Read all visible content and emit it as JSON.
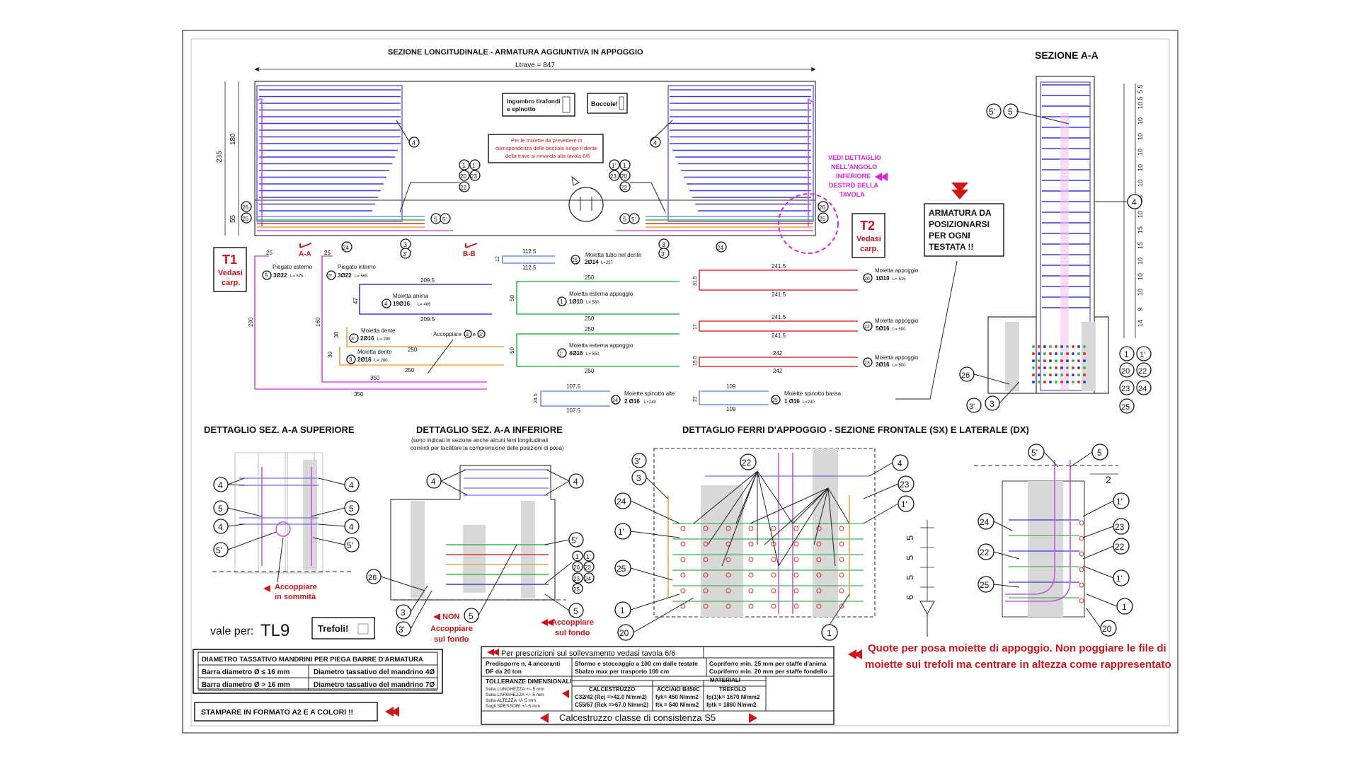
{
  "titles": {
    "longitudinal": "SEZIONE LONGITUDINALE - ARMATURA AGGIUNTIVA IN APPOGGIO",
    "section_aa": "SEZIONE A-A",
    "detail_sup": "DETTAGLIO SEZ. A-A SUPERIORE",
    "detail_inf": "DETTAGLIO SEZ. A-A INFERIORE",
    "detail_inf_note1": "(sono indicati in sezione anche alcuni ferri longitudinali",
    "detail_inf_note2": "correnti per facilitare la comprensione delle posizioni di posa)",
    "detail_ferri": "DETTAGLIO FERRI D'APPOGGIO - SEZIONE FRONTALE (SX) E LATERALE (DX)"
  },
  "long_section": {
    "ltrave": "Ltrave = 847",
    "ingombro_1": "Ingombro tirafondi",
    "ingombro_2": "e spinotto",
    "boccole": "Boccole!",
    "moiette_note_1": "Per le moiette da prevedere in",
    "moiette_note_2": "corrispondenza delle boccole lungo il dente",
    "moiette_note_3": "della trave si rimanda alla tavola 6/6",
    "dim_235": "235",
    "dim_180": "180",
    "dim_55": "55",
    "cut_aa": "A-A",
    "cut_bb": "B-B",
    "t1": "T1",
    "t1_sub1": "Vedasi",
    "t1_sub2": "carp.",
    "t2": "T2",
    "t2_sub1": "Vedasi",
    "t2_sub2": "carp.",
    "vedi_1": "VEDI DETTAGLIO",
    "vedi_2": "NELL'ANGOLO",
    "vedi_3": "INFERIORE",
    "vedi_4": "DESTRO DELLA",
    "vedi_5": "TAVOLA"
  },
  "armatura_note": [
    "ARMATURA DA",
    "POSIZIONARSI",
    "PER OGNI",
    "TESTATA !!"
  ],
  "bars": {
    "b5": {
      "title": "Piegato esterno",
      "spec": "3Ø22",
      "len": "L= 575",
      "d1": "25",
      "d2": "200",
      "d3": "350"
    },
    "b5p": {
      "title": "Piegato interno",
      "spec": "3Ø22",
      "len": "L= 565",
      "d1": "25",
      "d2": "160",
      "d3": "350"
    },
    "b4": {
      "title": "Moietta anima",
      "spec": "19Ø16",
      "len": "L= 466",
      "d1": "209.5",
      "d2": "47",
      "d3": "209.5"
    },
    "b3p": {
      "title": "Moietta dente",
      "spec": "2Ø16",
      "len": "L= 280",
      "d1": "30",
      "d2": "250"
    },
    "b3": {
      "title": "Moietta dente",
      "spec": "2Ø16",
      "len": "L= 280",
      "d1": "30",
      "d2": "250"
    },
    "accoppiare": "Accoppiare",
    "b26": {
      "title": "Moietta tubo nel dente",
      "spec": "2Ø14",
      "len": "L=237",
      "d1": "112.5",
      "d2": "12",
      "d3": "112.5"
    },
    "b1": {
      "title": "Moietta esterna appoggio",
      "spec": "1Ø10",
      "len": "L= 550",
      "d1": "250",
      "d2": "50",
      "d3": "250"
    },
    "b1p": {
      "title": "Moietta esterna appoggio",
      "spec": "4Ø16",
      "len": "L= 550",
      "d1": "250",
      "d2": "50",
      "d3": "250"
    },
    "b24": {
      "title": "Moiette spinotto alte",
      "spec": "2 Ø16",
      "len": "L=240",
      "d1": "107.5",
      "d2": "24.5",
      "d3": "107.5"
    },
    "b20": {
      "title": "Moietta appoggio",
      "spec": "1Ø10",
      "len": "L= 515",
      "d1": "241.5",
      "d2": "31.5",
      "d3": "241.5"
    },
    "b22": {
      "title": "Moietta appoggio",
      "spec": "5Ø16",
      "len": "L= 500",
      "d1": "241.5",
      "d2": "17",
      "d3": "241.5"
    },
    "b23": {
      "title": "Moietta appoggio",
      "spec": "3Ø16",
      "len": "L= 500",
      "d1": "242",
      "d2": "15.5",
      "d3": "242"
    },
    "b25": {
      "title": "Moiette spinotto bassa",
      "spec": "1 Ø16",
      "len": "L=240",
      "d1": "109",
      "d2": "22",
      "d3": "109"
    }
  },
  "section_aa_dims": [
    "5.5",
    "10.5",
    "10",
    "10",
    "10",
    "10",
    "10",
    "15",
    "10",
    "15",
    "15",
    "10",
    "10",
    "10",
    "9",
    "14"
  ],
  "accoppiare_sommita": [
    "Accoppiare",
    "in sommità"
  ],
  "non_accoppiare": [
    "NON",
    "Accoppiare",
    "sul fondo"
  ],
  "accoppiare_fondo": [
    "Accoppiare",
    "sul fondo"
  ],
  "vale_per": "vale per:",
  "tl9": "TL9",
  "trefoli": "Trefoli!",
  "ferri_dims": [
    "5",
    "5",
    "5",
    "6"
  ],
  "ferri_dim_2": "2",
  "quote_note_1": "Quote per posa moiette di appoggio. Non poggiare le file di",
  "quote_note_2": "moiette sui trefoli ma centrare in altezza come rappresentato",
  "mandrini": {
    "header": "DIAMETRO TASSATIVO MANDRINI PER PIEGA BARRE D'ARMATURA",
    "r1a": "Barra diametro Ø ≤ 16 mm",
    "r1b": "Diametro tassativo del mandrino 4Ø",
    "r2a": "Barra diametro Ø > 16 mm",
    "r2b": "Diametro tassativo del mandrino 7Ø"
  },
  "stampare": "STAMPARE IN FORMATO A2 E A COLORI !!",
  "prescrizioni": {
    "header": "Per prescrizioni sul sollevamento vedasi tavola 6/6",
    "predisporre_1": "Predisporre n. 4 ancoranti",
    "predisporre_2": "DF da 20 ton",
    "sformo_1": "Sformo e stoccaggio a 100 cm dalle testate",
    "sformo_2": "Sbalzo max per trasporto 100 cm",
    "copriferro_1": "Copriferro min. 25 mm per staffe d'anima",
    "copriferro_2": "Copriferro min. 20 mm per staffe fondello",
    "tolleranze": "TOLLERANZE DIMENSIONALI",
    "tol_rows": [
      "Sulla LUNGHEZZA  +/- 5 mm",
      "Sulla LARGHEZZA  +/- 5 mm",
      "Sulla ALTEZZA  +/- 5 mm",
      "Sugli SPESSORI  +/- 5 mm"
    ],
    "materiali": "MATERIALI",
    "col_cls": "CALCESTRUZZO",
    "col_acc": "ACCIAIO B450C",
    "col_tref": "TREFOLO",
    "cls_1": "C32/42 (Rcj =>42.0 N/mm2)",
    "cls_2": "C55/67 (Rck =>67.0 N/mm2)",
    "acc_1": "fyk= 450 N/mm2",
    "acc_2": "ftk = 540 N/mm2",
    "tref_1": "fp(1)k= 1670 N/mm2",
    "tref_2": "fptk  = 1860 N/mm2",
    "consistenza": "Calcestruzzo classe di consistenza S5"
  },
  "tags": [
    "1",
    "1'",
    "3",
    "3'",
    "4",
    "5",
    "5'",
    "20",
    "22",
    "23",
    "24",
    "25",
    "26"
  ],
  "colors": {
    "red": "#d0151b",
    "magenta": "#e020d8",
    "blue": "#3a3ad8",
    "green": "#34b84a",
    "orange": "#f0a040",
    "pink": "#d050e0"
  }
}
